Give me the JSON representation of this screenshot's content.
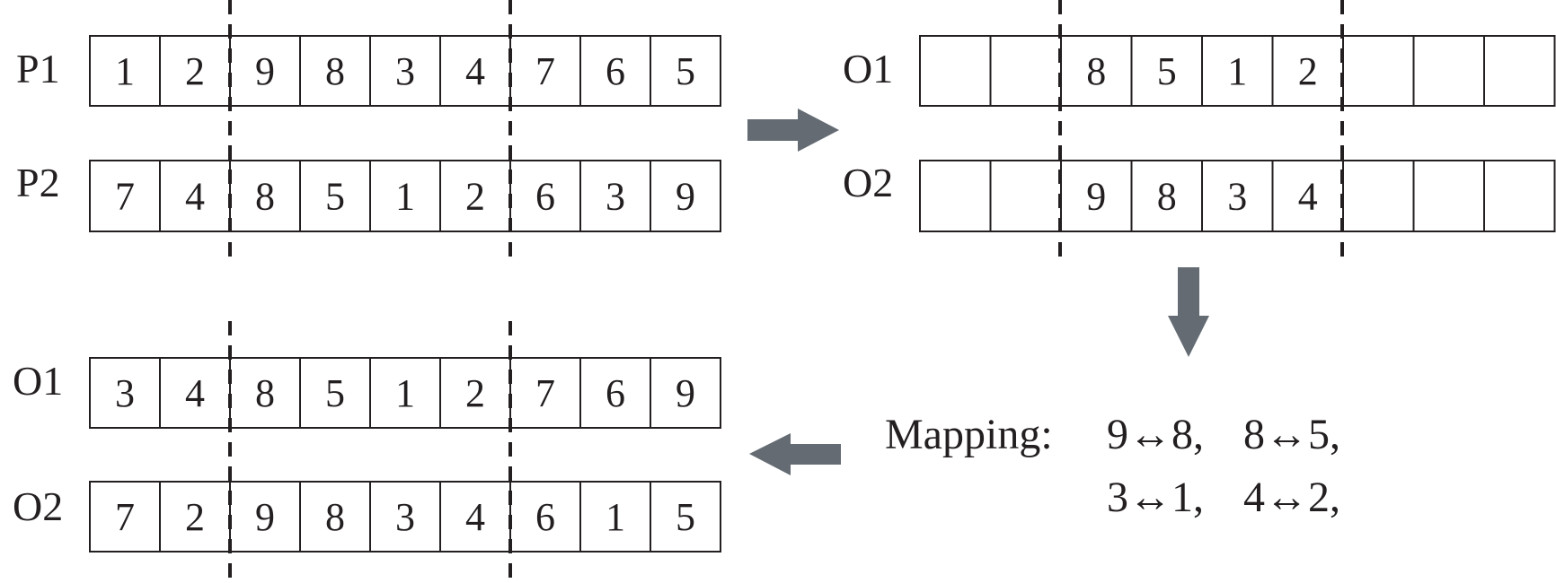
{
  "parents": {
    "p1": {
      "label": "P1",
      "cells": [
        "1",
        "2",
        "9",
        "8",
        "3",
        "4",
        "7",
        "6",
        "5"
      ]
    },
    "p2": {
      "label": "P2",
      "cells": [
        "7",
        "4",
        "8",
        "5",
        "1",
        "2",
        "6",
        "3",
        "9"
      ]
    }
  },
  "partial_offspring": {
    "o1": {
      "label": "O1",
      "cells": [
        "",
        "",
        "8",
        "5",
        "1",
        "2",
        "",
        "",
        ""
      ]
    },
    "o2": {
      "label": "O2",
      "cells": [
        "",
        "",
        "9",
        "8",
        "3",
        "4",
        "",
        "",
        ""
      ]
    }
  },
  "final_offspring": {
    "o1": {
      "label": "O1",
      "cells": [
        "3",
        "4",
        "8",
        "5",
        "1",
        "2",
        "7",
        "6",
        "9"
      ]
    },
    "o2": {
      "label": "O2",
      "cells": [
        "7",
        "2",
        "9",
        "8",
        "3",
        "4",
        "6",
        "1",
        "5"
      ]
    }
  },
  "mapping": {
    "label": "Mapping:",
    "pairs": [
      "9↔8,",
      "8↔5,",
      "3↔1,",
      "4↔2,"
    ]
  },
  "colors": {
    "ink": "#231f20",
    "arrow": "#646b73",
    "background": "#ffffff"
  }
}
